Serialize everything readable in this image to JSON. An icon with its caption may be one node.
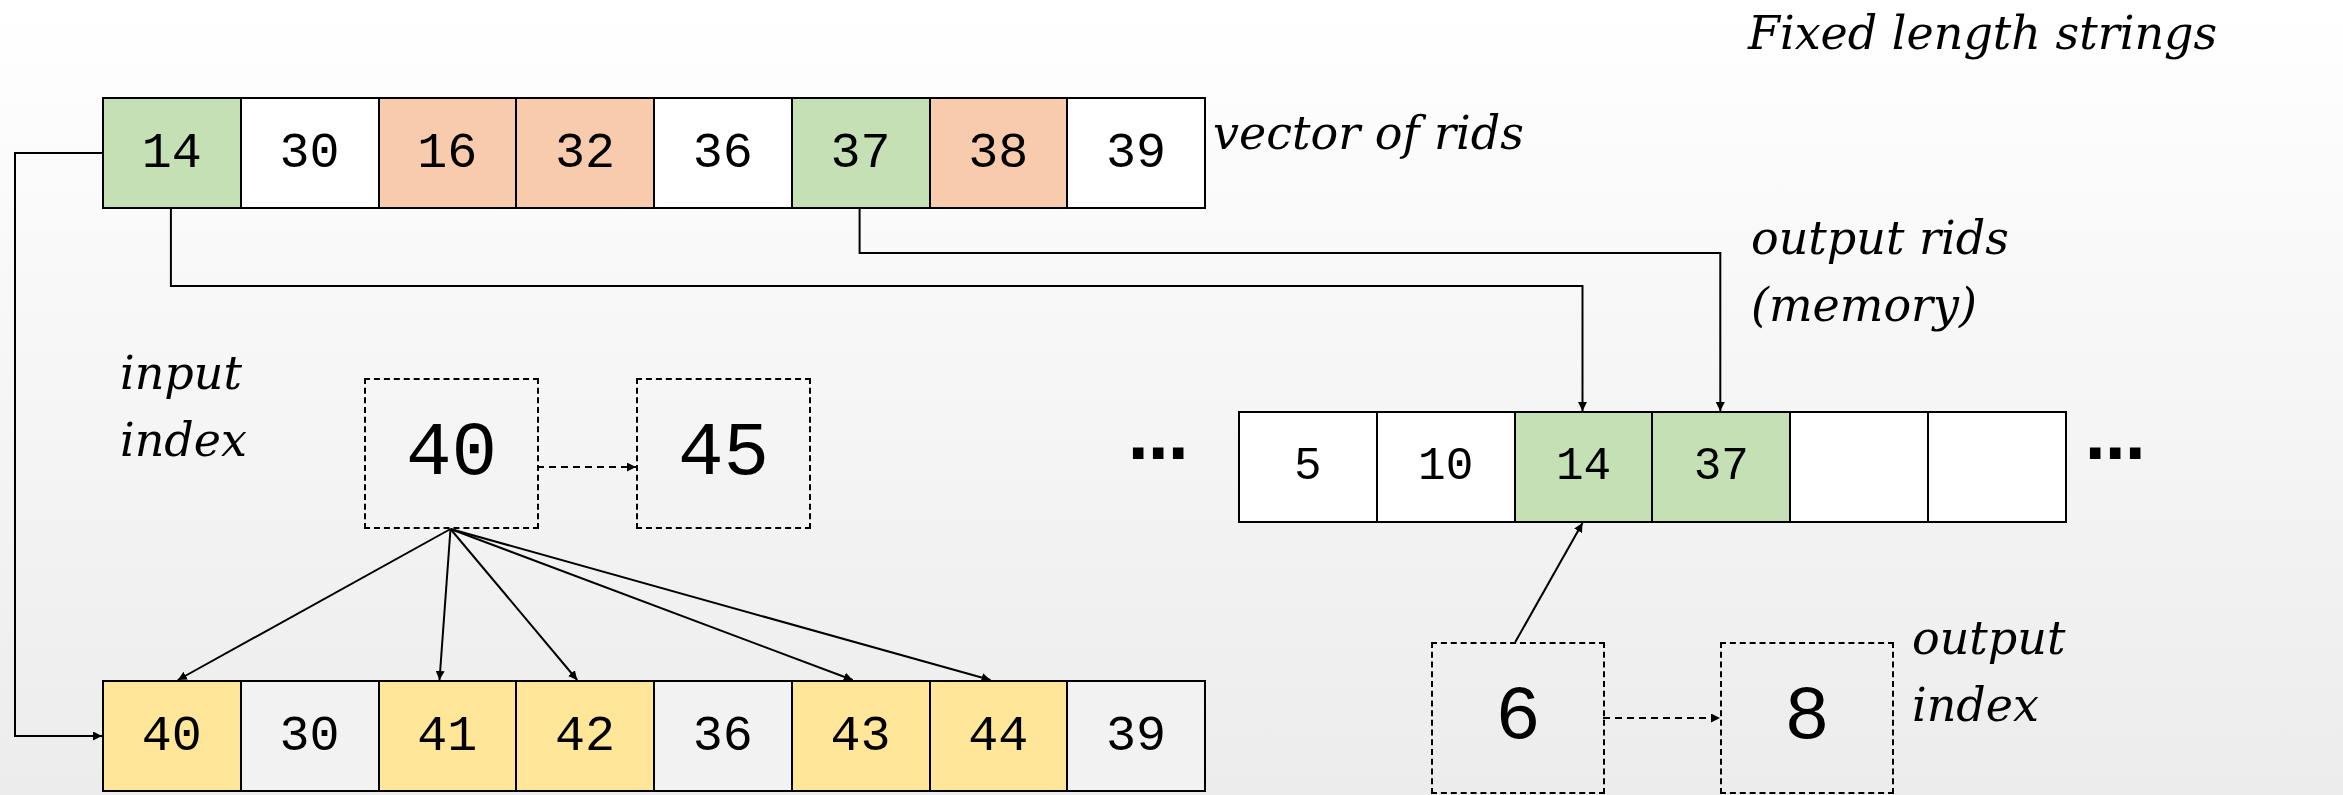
{
  "diagram": {
    "title": "Fixed length strings",
    "nodes": [
      {
        "text": [
          "14"
        ]
      },
      {
        "text": [
          "30"
        ]
      },
      {
        "text": [
          "16"
        ]
      },
      {
        "text": [
          "32"
        ]
      },
      {
        "text": [
          "36"
        ]
      },
      {
        "text": [
          "37"
        ]
      },
      {
        "text": [
          "38"
        ]
      },
      {
        "text": [
          "39"
        ]
      },
      {
        "text": [
          "40"
        ]
      },
      {
        "text": [
          "45"
        ]
      },
      {
        "text": [
          "5"
        ]
      },
      {
        "text": [
          "10"
        ]
      },
      {
        "text": [
          "14"
        ]
      },
      {
        "text": [
          "37"
        ]
      },
      {
        "text": [],
        "shape": "box"
      },
      {
        "text": [],
        "shape": "box"
      },
      {
        "text": [
          "40"
        ]
      },
      {
        "text": [
          "30"
        ]
      },
      {
        "text": [
          "41"
        ]
      },
      {
        "text": [
          "42"
        ]
      },
      {
        "text": [
          "36"
        ]
      },
      {
        "text": [
          "43"
        ]
      },
      {
        "text": [
          "44"
        ]
      },
      {
        "text": [
          "39"
        ]
      },
      {
        "text": [
          "6"
        ]
      },
      {
        "text": [
          "8"
        ]
      }
    ],
    "edges": [
      {
        "from": 0,
        "to": 16,
        "arrow": "to"
      },
      {
        "from": 0,
        "to": 12,
        "arrow": "to"
      },
      {
        "from": 5,
        "to": 13,
        "arrow": "to"
      },
      {
        "from": 8,
        "to": 9,
        "arrow": "to",
        "style": "dashed"
      },
      {
        "from": 8,
        "to": 16,
        "arrow": "to"
      },
      {
        "from": 8,
        "to": 18,
        "arrow": "to"
      },
      {
        "from": 8,
        "to": 19,
        "arrow": "to"
      },
      {
        "from": 8,
        "to": 21,
        "arrow": "to"
      },
      {
        "from": 8,
        "to": 22,
        "arrow": "to"
      },
      {
        "from": 24,
        "to": 12,
        "arrow": "to"
      },
      {
        "from": 24,
        "to": 25,
        "arrow": "to",
        "style": "dashed"
      }
    ],
    "labels": [
      "vector of rids",
      "output rids (memory)",
      "input index",
      "⋯",
      "⋯",
      "output index"
    ]
  }
}
